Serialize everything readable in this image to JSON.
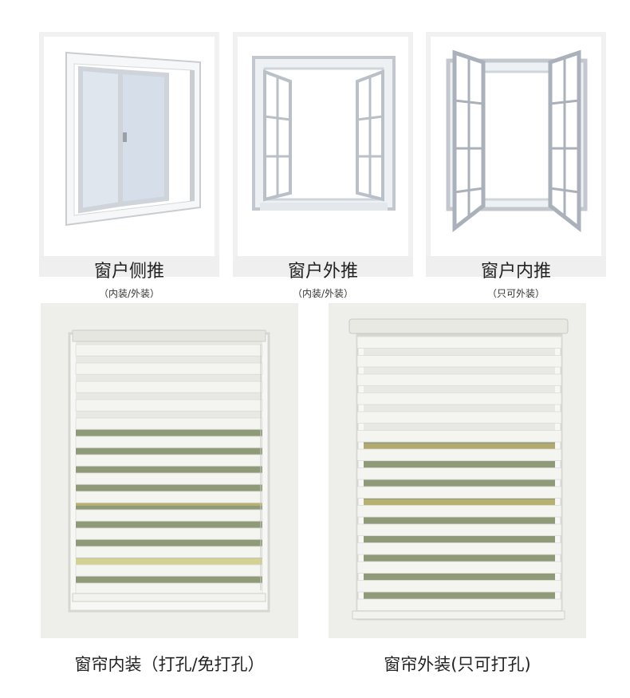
{
  "window_types": [
    {
      "title": "窗户侧推",
      "subtitle": "（内装/外装）",
      "icon": "sliding-window"
    },
    {
      "title": "窗户外推",
      "subtitle": "（内装/外装）",
      "icon": "outward-casement-window"
    },
    {
      "title": "窗户内推",
      "subtitle": "（只可外装）",
      "icon": "inward-casement-window"
    }
  ],
  "install_modes": [
    {
      "caption": "窗帘内装（打孔/免打孔）"
    },
    {
      "caption": "窗帘外装(只可打孔)"
    }
  ]
}
